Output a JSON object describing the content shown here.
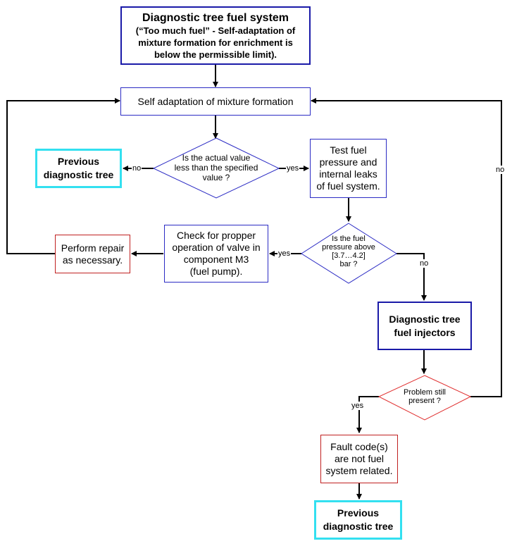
{
  "title_box": {
    "title": "Diagnostic tree fuel system",
    "line1": "(“Too much fuel” - Self-adaptation of",
    "line2": "mixture formation for enrichment is",
    "line3": "below the permissible limit)."
  },
  "self_adaptation": "Self adaptation of mixture formation",
  "decision_actual": {
    "line1": "Is the actual value",
    "line2": "less than the specified",
    "line3": "value ?"
  },
  "previous_tree_top": {
    "line1": "Previous",
    "line2": "diagnostic tree"
  },
  "test_fuel": {
    "line1": "Test fuel",
    "line2": "pressure and",
    "line3": "internal leaks",
    "line4": "of fuel system."
  },
  "decision_pressure": {
    "line1": "Is the fuel",
    "line2": "pressure  above",
    "line3": "[3.7…4.2]",
    "line4": "bar ?"
  },
  "check_valve": {
    "line1": "Check for propper",
    "line2": "operation of valve in",
    "line3": "component M3",
    "line4": "(fuel pump)."
  },
  "perform_repair": {
    "line1": "Perform repair",
    "line2": "as necessary."
  },
  "injectors": {
    "line1": "Diagnostic tree",
    "line2": "fuel injectors"
  },
  "decision_problem": {
    "line1": "Problem still",
    "line2": "present ?"
  },
  "fault_code": {
    "line1": "Fault code(s)",
    "line2": "are not fuel",
    "line3": "system related."
  },
  "previous_tree_bottom": {
    "line1": "Previous",
    "line2": "diagnostic tree"
  },
  "labels": {
    "no_left": "no",
    "yes_right": "yes",
    "yes_left": "yes",
    "no_down": "no",
    "no_right_side": "no",
    "yes_problem": "yes"
  },
  "colors": {
    "blue_border": "#1a1aa8",
    "red_border": "#c02020",
    "cyan_border": "#33e0f0",
    "connector": "#000000"
  }
}
